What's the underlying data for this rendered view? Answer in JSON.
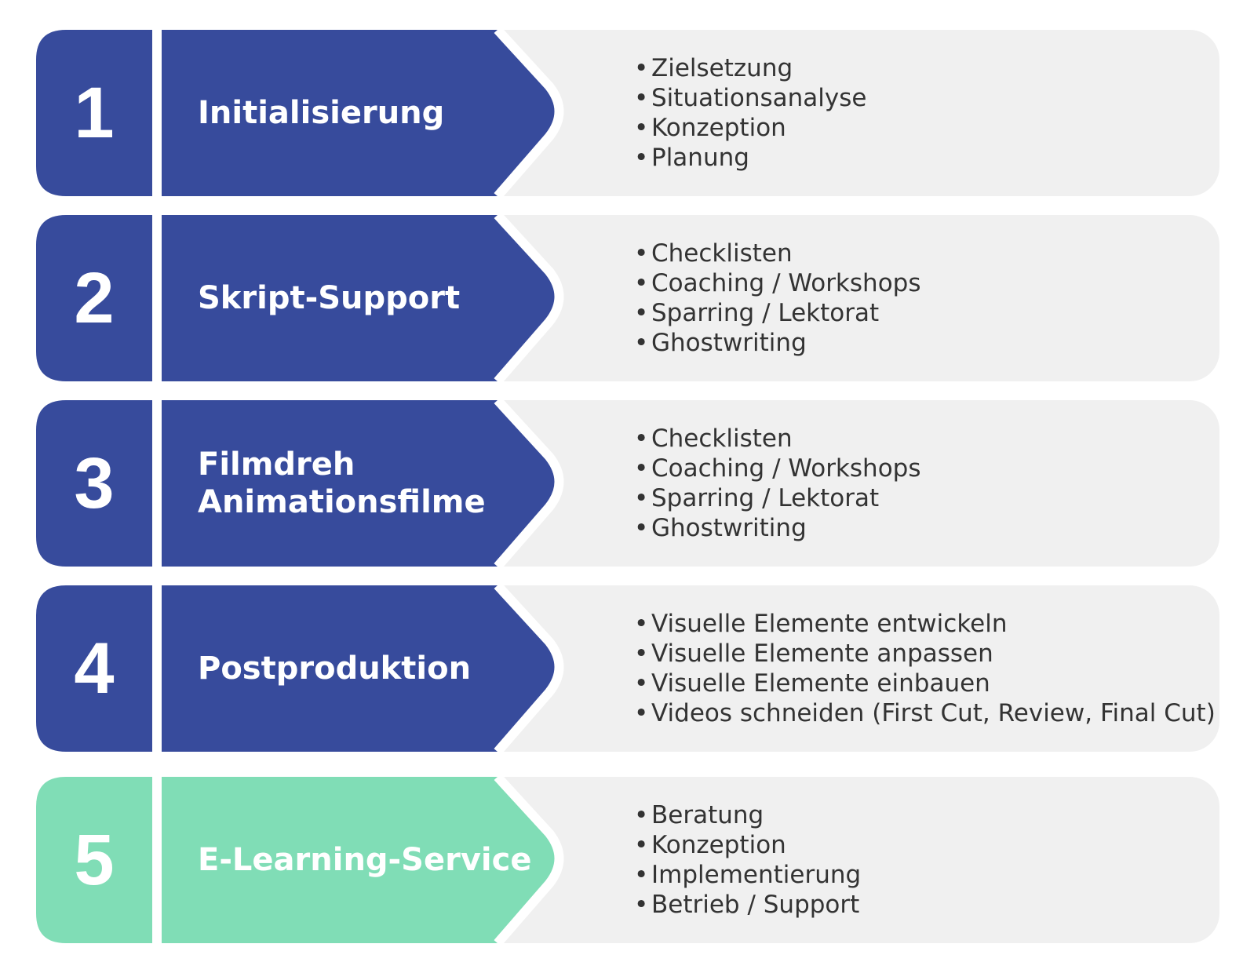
{
  "colors": {
    "primary": "#374b9c",
    "accent": "#80ddb6",
    "panel": "#f0f0f0",
    "text": "#333333"
  },
  "steps": [
    {
      "number": "1",
      "title": "Initialisierung",
      "items": [
        "Zielsetzung",
        "Situationsanalyse",
        "Konzeption",
        "Planung"
      ]
    },
    {
      "number": "2",
      "title": "Skript-Support",
      "items": [
        "Checklisten",
        "Coaching / Workshops",
        "Sparring / Lektorat",
        "Ghostwriting"
      ]
    },
    {
      "number": "3",
      "title": "Filmdreh\nAnimationsfilme",
      "items": [
        "Checklisten",
        "Coaching / Workshops",
        "Sparring / Lektorat",
        "Ghostwriting"
      ]
    },
    {
      "number": "4",
      "title": "Postproduktion",
      "items": [
        "Visuelle Elemente entwickeln",
        "Visuelle Elemente anpassen",
        "Visuelle Elemente einbauen",
        "Videos schneiden (First Cut, Review, Final Cut)"
      ]
    },
    {
      "number": "5",
      "title": "E-Learning-Service",
      "items": [
        "Beratung",
        "Konzeption",
        "Implementierung",
        "Betrieb / Support"
      ]
    }
  ]
}
